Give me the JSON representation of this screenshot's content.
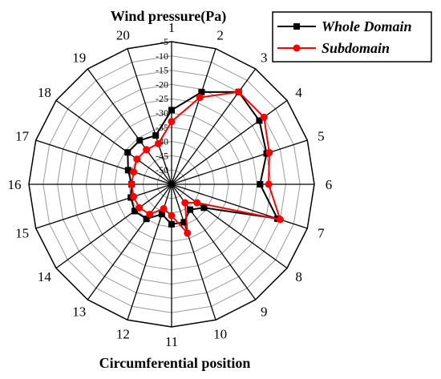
{
  "chart_data": {
    "type": "radar",
    "title": "Wind pressure(Pa)",
    "xlabel": "Circumferential position",
    "categories": [
      "1",
      "2",
      "3",
      "4",
      "5",
      "6",
      "7",
      "8",
      "9",
      "10",
      "11",
      "12",
      "13",
      "14",
      "15",
      "16",
      "17",
      "18",
      "19",
      "20"
    ],
    "radial_ticks": [
      "-5",
      "-10",
      "-15",
      "-20",
      "-25",
      "-30",
      "-35",
      "-40",
      "-45",
      "-50"
    ],
    "rlim": [
      -55,
      -5
    ],
    "grid": true,
    "legend_position": "top-right",
    "series": [
      {
        "name": "Whole Domain",
        "color": "#000000",
        "marker": "square",
        "values": [
          -29,
          -21,
          -15,
          -17,
          -20,
          -24,
          -16,
          -41,
          -44,
          -41,
          -41,
          -44,
          -40,
          -39,
          -40,
          -41,
          -39,
          -36,
          -36,
          -37
        ]
      },
      {
        "name": "Subdomain",
        "color": "#ff0000",
        "marker": "circle",
        "values": [
          -33,
          -23,
          -15,
          -15,
          -19,
          -21,
          -15,
          -44,
          -47,
          -37,
          -44,
          -46,
          -42,
          -41,
          -41,
          -41,
          -41,
          -40,
          -40,
          -40
        ]
      }
    ]
  }
}
